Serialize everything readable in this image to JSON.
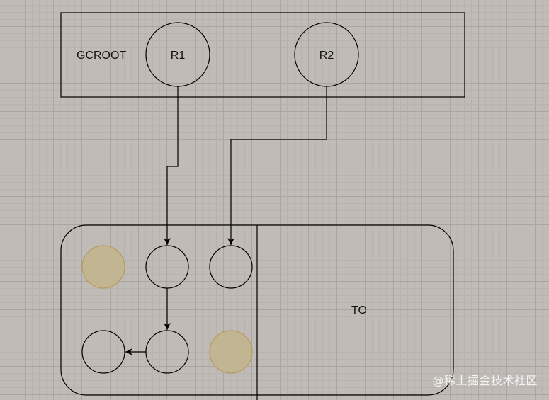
{
  "gcroot": {
    "label": "GCROOT",
    "roots": [
      {
        "id": "r1",
        "label": "R1"
      },
      {
        "id": "r2",
        "label": "R2"
      }
    ]
  },
  "heap": {
    "to_label": "TO",
    "from_objects": [
      {
        "id": "obj-1",
        "state": "collected"
      },
      {
        "id": "obj-2",
        "state": "live"
      },
      {
        "id": "obj-3",
        "state": "live"
      },
      {
        "id": "obj-4",
        "state": "live"
      },
      {
        "id": "obj-5",
        "state": "live"
      },
      {
        "id": "obj-6",
        "state": "collected"
      }
    ]
  },
  "references": [
    {
      "from": "r1",
      "to": "obj-2"
    },
    {
      "from": "r2",
      "to": "obj-3"
    },
    {
      "from": "obj-2",
      "to": "obj-5"
    },
    {
      "from": "obj-5",
      "to": "obj-4"
    }
  ],
  "colors": {
    "live_fill": "#c0bbb6",
    "collected_fill": "#c2b592",
    "collected_stroke": "#b89a5e"
  },
  "watermark": "@稀土掘金技术社区"
}
